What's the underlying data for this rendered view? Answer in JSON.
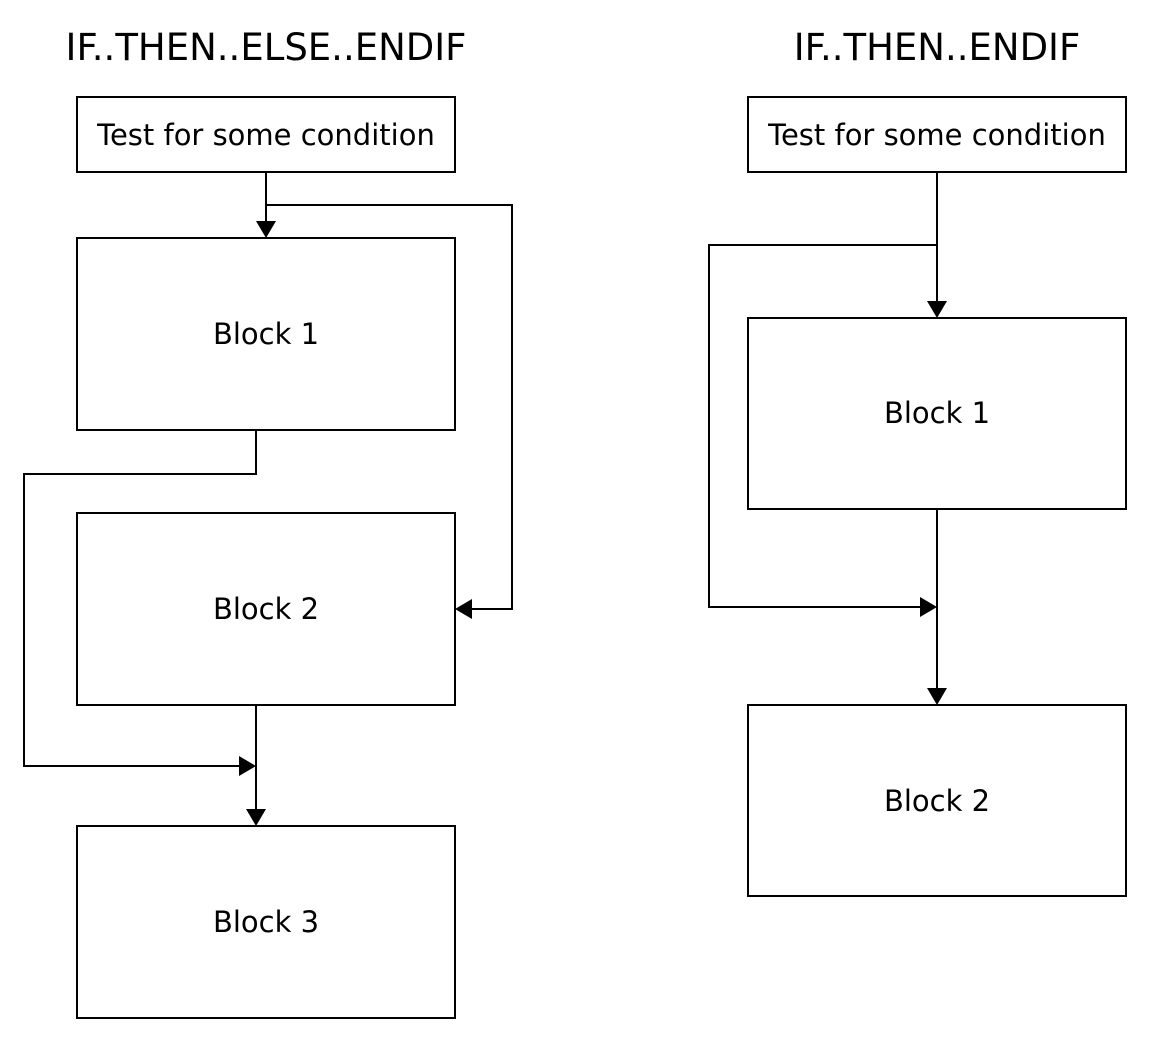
{
  "left_diagram": {
    "title": "IF..THEN..ELSE..ENDIF",
    "test_label": "Test for some condition",
    "block1_label": "Block 1",
    "block2_label": "Block 2",
    "block3_label": "Block 3"
  },
  "right_diagram": {
    "title": "IF..THEN..ENDIF",
    "test_label": "Test for some condition",
    "block1_label": "Block 1",
    "block2_label": "Block 2"
  },
  "colors": {
    "line": "#000000",
    "background": "#ffffff"
  }
}
